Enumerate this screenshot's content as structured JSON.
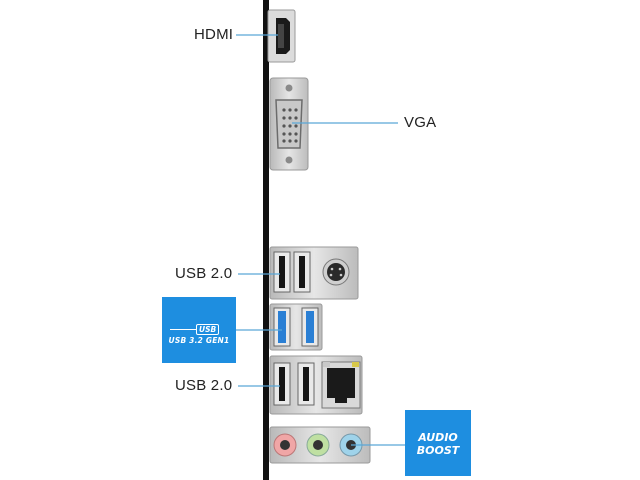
{
  "labels": {
    "hdmi": "HDMI",
    "vga": "VGA",
    "usb2_top": "USB 2.0",
    "usb2_bottom": "USB 2.0"
  },
  "badges": {
    "usb32": {
      "tag": "USB",
      "text": "USB 3.2 GEN1"
    },
    "audio": {
      "line1": "AUDIO",
      "line2": "BOOST"
    }
  },
  "colors": {
    "accent_blue": "#1e8ee0",
    "leader_line": "#5aa7d8",
    "panel_black": "#111111",
    "usb3_port": "#2a7fd4",
    "audio_pink": "#f0a6a6",
    "audio_green": "#bfe0a2",
    "audio_blue": "#9fd3ea"
  },
  "icons": [
    "hdmi-port-icon",
    "vga-port-icon",
    "usb-port-icon",
    "ps2-port-icon",
    "ethernet-port-icon",
    "audio-jack-icon"
  ]
}
